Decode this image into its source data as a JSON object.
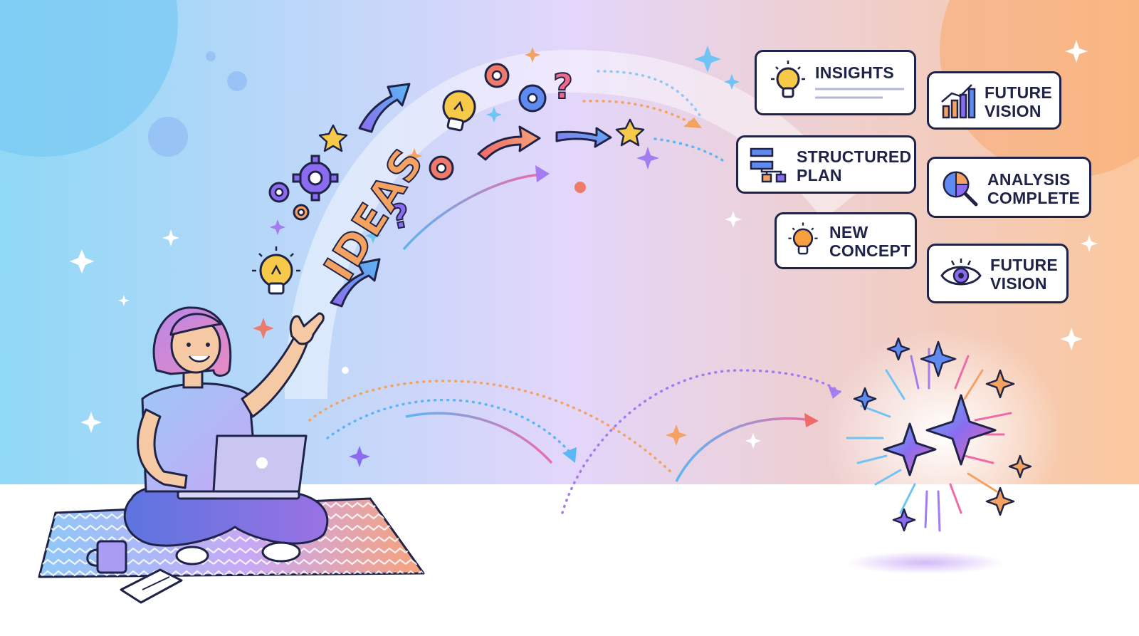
{
  "illustration": {
    "ideas_word": "IDEAS",
    "colors": {
      "bg_left": "#8fd8f6",
      "bg_mid": "#e3d6fb",
      "bg_right": "#fbc79d",
      "floor": "#ffffff",
      "outline": "#1f2347",
      "accent_orange": "#f4a261",
      "accent_purple": "#8b6cf0",
      "accent_blue": "#5bb7f2",
      "accent_pink": "#f06aa8"
    }
  },
  "bubbles": [
    {
      "id": "insights",
      "lines": [
        "INSIGHTS"
      ],
      "icon": "lightbulb-icon"
    },
    {
      "id": "future-vision-chart",
      "lines": [
        "FUTURE",
        "VISION"
      ],
      "icon": "bar-chart-icon"
    },
    {
      "id": "structured-plan",
      "lines": [
        "STRUCTURED",
        "PLAN"
      ],
      "icon": "flowchart-icon"
    },
    {
      "id": "analysis-complete",
      "lines": [
        "ANALYSIS",
        "COMPLETE"
      ],
      "icon": "magnifier-pie-icon"
    },
    {
      "id": "new-concept",
      "lines": [
        "NEW",
        "CONCEPT"
      ],
      "icon": "lightbulb-icon"
    },
    {
      "id": "future-vision-eye",
      "lines": [
        "FUTURE",
        "VISION"
      ],
      "icon": "eye-icon"
    }
  ]
}
